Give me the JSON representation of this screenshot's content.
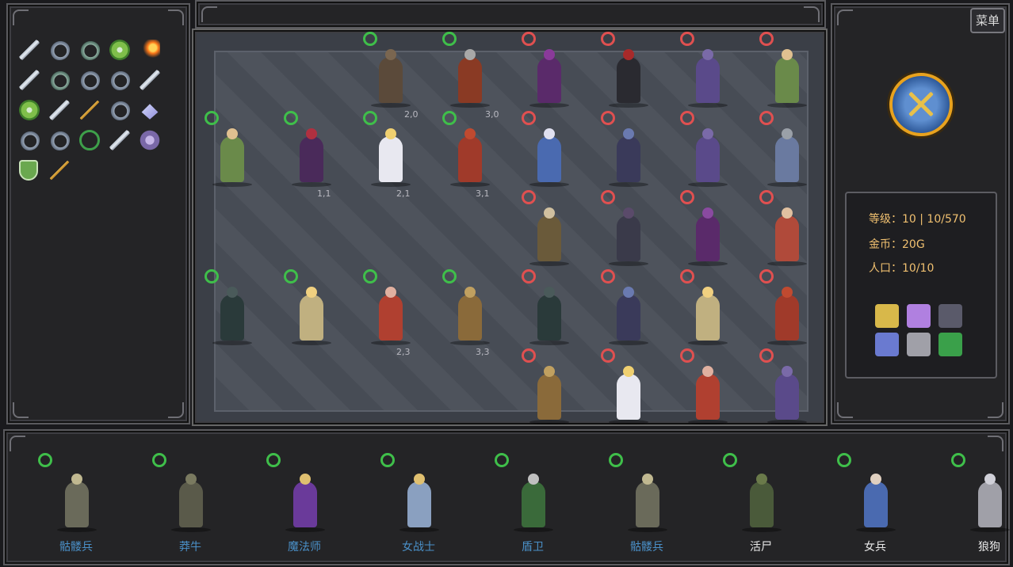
{
  "top_bar": {
    "menu_label": "菜单"
  },
  "inventory": {
    "items": [
      {
        "name": "sword-icon",
        "type": "sword"
      },
      {
        "name": "ring-icon",
        "type": "ring"
      },
      {
        "name": "ring-icon",
        "type": "ring green"
      },
      {
        "name": "disc-icon",
        "type": "disc"
      },
      {
        "name": "fireball-icon",
        "type": "spark"
      },
      {
        "name": "staff-icon",
        "type": "sword"
      },
      {
        "name": "ring-icon",
        "type": "ring green"
      },
      {
        "name": "ring-icon",
        "type": "ring"
      },
      {
        "name": "ring-icon",
        "type": "ring"
      },
      {
        "name": "spear-icon",
        "type": "sword"
      },
      {
        "name": "disc-icon",
        "type": "disc"
      },
      {
        "name": "sword-icon",
        "type": "sword"
      },
      {
        "name": "wand-icon",
        "type": "staff"
      },
      {
        "name": "ring-icon",
        "type": "ring"
      },
      {
        "name": "spellbook-icon",
        "type": "book"
      },
      {
        "name": "ring-icon",
        "type": "ring"
      },
      {
        "name": "ring-icon",
        "type": "ring"
      },
      {
        "name": "bow-icon",
        "type": "ringbow"
      },
      {
        "name": "sword-icon",
        "type": "sword"
      },
      {
        "name": "orb-icon",
        "type": "orb"
      },
      {
        "name": "shield-icon",
        "type": "shield"
      },
      {
        "name": "magnifier-wand-icon",
        "type": "staff"
      }
    ]
  },
  "board": {
    "coords": {
      "c20": "2,0",
      "c30": "3,0",
      "c11": "1,1",
      "c21": "2,1",
      "c31": "3,1",
      "c23": "2,3",
      "c33": "3,3"
    },
    "units": [
      {
        "name": "dark-treant-unit",
        "color": "#5b4a3a",
        "head": "#7a6650",
        "status": "g"
      },
      {
        "name": "armored-swordsman-unit",
        "color": "#8a3a24",
        "head": "#a8a8a8",
        "status": "g"
      },
      {
        "name": "purple-blob-enemy",
        "color": "#5a2a6a",
        "head": "#8a3a9a",
        "status": "r"
      },
      {
        "name": "ninja-enemy",
        "color": "#2a2a30",
        "head": "#a82a2a",
        "status": "r"
      },
      {
        "name": "purple-wraith-enemy",
        "color": "#5a4a8a",
        "head": "#7a6aa8",
        "status": "r"
      },
      {
        "name": "elf-archer-enemy",
        "color": "#6a8a4a",
        "head": "#e0c090",
        "status": "r"
      },
      {
        "name": "elf-archer-unit",
        "color": "#6a8a4a",
        "head": "#e0c090",
        "status": "g"
      },
      {
        "name": "tentacle-medusa-unit",
        "color": "#4a2a5a",
        "head": "#b03040",
        "status": "g"
      },
      {
        "name": "angel-lancer-unit",
        "color": "#e8e8f0",
        "head": "#f0d070",
        "status": "g"
      },
      {
        "name": "red-hound-unit",
        "color": "#a03a2a",
        "head": "#c04a30",
        "status": "g"
      },
      {
        "name": "blue-dancer-enemy",
        "color": "#4a6ab0",
        "head": "#e0e0f0",
        "status": "r"
      },
      {
        "name": "naga-enemy",
        "color": "#3a3a5a",
        "head": "#6a7ab0",
        "status": "r"
      },
      {
        "name": "purple-wraith-enemy",
        "color": "#5a4a8a",
        "head": "#7a6aa8",
        "status": "r"
      },
      {
        "name": "rhino-shaman-enemy",
        "color": "#6a7aa0",
        "head": "#9aa0a8",
        "status": "r"
      },
      {
        "name": "halberd-warrior-enemy",
        "color": "#6a5a3a",
        "head": "#d0c0a0",
        "status": "r"
      },
      {
        "name": "hooded-mage-enemy",
        "color": "#3a3a4a",
        "head": "#5a4a6a",
        "status": "r"
      },
      {
        "name": "tentacle-eye-enemy",
        "color": "#5a2a6a",
        "head": "#8a4aa0",
        "status": "r"
      },
      {
        "name": "monk-enemy",
        "color": "#b04a3a",
        "head": "#e0c0a0",
        "status": "r"
      },
      {
        "name": "plague-ranger-unit",
        "color": "#2a3a3a",
        "head": "#4a5a5a",
        "status": "g"
      },
      {
        "name": "crossbow-elf-unit",
        "color": "#c0b080",
        "head": "#f0d080",
        "status": "g"
      },
      {
        "name": "red-valkyrie-unit",
        "color": "#b04030",
        "head": "#e0b0a0",
        "status": "g"
      },
      {
        "name": "kraken-tower-unit",
        "color": "#8a6a3a",
        "head": "#c0a060",
        "status": "g"
      },
      {
        "name": "plague-ranger-enemy",
        "color": "#2a3a3a",
        "head": "#4a5a5a",
        "status": "r"
      },
      {
        "name": "naga-enemy",
        "color": "#3a3a5a",
        "head": "#6a7ab0",
        "status": "r"
      },
      {
        "name": "crossbow-elf-enemy",
        "color": "#c0b080",
        "head": "#f0d080",
        "status": "r"
      },
      {
        "name": "red-hound-enemy",
        "color": "#a03a2a",
        "head": "#c04a30",
        "status": "r"
      },
      {
        "name": "kraken-tower-enemy",
        "color": "#8a6a3a",
        "head": "#c0a060",
        "status": "r"
      },
      {
        "name": "angel-lancer-enemy",
        "color": "#e8e8f0",
        "head": "#f0d070",
        "status": "r"
      },
      {
        "name": "red-valkyrie-enemy",
        "color": "#b04030",
        "head": "#e0b0a0",
        "status": "r"
      },
      {
        "name": "purple-wraith-enemy",
        "color": "#5a4a8a",
        "head": "#7a6aa8",
        "status": "r"
      }
    ]
  },
  "stats": {
    "level": "等级：10 | 10/570",
    "gold": "金币：20G",
    "population": "人口：10/10"
  },
  "bonuses": [
    {
      "name": "wheat-bonus-icon",
      "color": "#d8b84a"
    },
    {
      "name": "heal-cross-bonus-icon",
      "color": "#b080e0"
    },
    {
      "name": "ninja-bonus-icon",
      "color": "#5a5a6a"
    },
    {
      "name": "dancer-bonus-icon",
      "color": "#6a7ad0"
    },
    {
      "name": "wolf-bonus-icon",
      "color": "#a0a0a8"
    },
    {
      "name": "clover-bonus-icon",
      "color": "#3aa04a"
    }
  ],
  "shop": [
    {
      "label": "骷髅兵",
      "color": "#4a90c8",
      "fig": "#6a6a5a",
      "head": "#c0b890"
    },
    {
      "label": "莽牛",
      "color": "#4a90c8",
      "fig": "#5a5a4a",
      "head": "#7a7a60"
    },
    {
      "label": "魔法师",
      "color": "#4a90c8",
      "fig": "#6a3a9a",
      "head": "#e0c070"
    },
    {
      "label": "女战士",
      "color": "#4a90c8",
      "fig": "#8aa0c0",
      "head": "#e0c070"
    },
    {
      "label": "盾卫",
      "color": "#4a90c8",
      "fig": "#3a6a3a",
      "head": "#c0c0c0"
    },
    {
      "label": "骷髅兵",
      "color": "#4a90c8",
      "fig": "#6a6a5a",
      "head": "#c0b890"
    },
    {
      "label": "活尸",
      "color": "#e8e8e8",
      "fig": "#4a5a3a",
      "head": "#6a7a4a"
    },
    {
      "label": "女兵",
      "color": "#e8e8e8",
      "fig": "#4a6ab0",
      "head": "#e0d0c0"
    },
    {
      "label": "狼狗",
      "color": "#e8e8e8",
      "fig": "#a0a0a8",
      "head": "#d0d0d8"
    }
  ]
}
